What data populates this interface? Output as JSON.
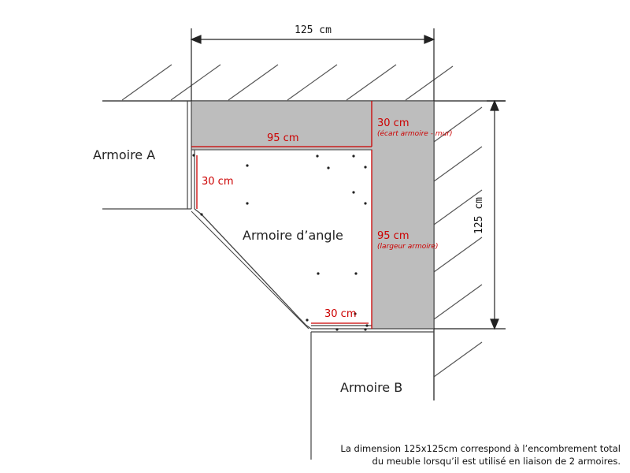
{
  "dimensions": {
    "top": "125 cm",
    "right": "125 cm"
  },
  "labels": {
    "cabinet_a": "Armoire A",
    "cabinet_b": "Armoire B",
    "corner_cabinet": "Armoire d’angle"
  },
  "measurements": {
    "inner_width": "95 cm",
    "gap_top": "30 cm",
    "gap_top_note": "(écart armoire - mur)",
    "inner_height": "95 cm",
    "inner_height_note": "(largeur armoire)",
    "left_side": "30 cm",
    "bottom_side": "30 cm"
  },
  "caption": {
    "line1": "La dimension 125x125cm correspond à l’encombrement total",
    "line2": "du meuble lorsqu’il est utilisé en liaison de 2 armoires."
  },
  "colors": {
    "gap_fill": "#bdbdbd",
    "measure_red": "#cc0000",
    "line": "#444444"
  }
}
